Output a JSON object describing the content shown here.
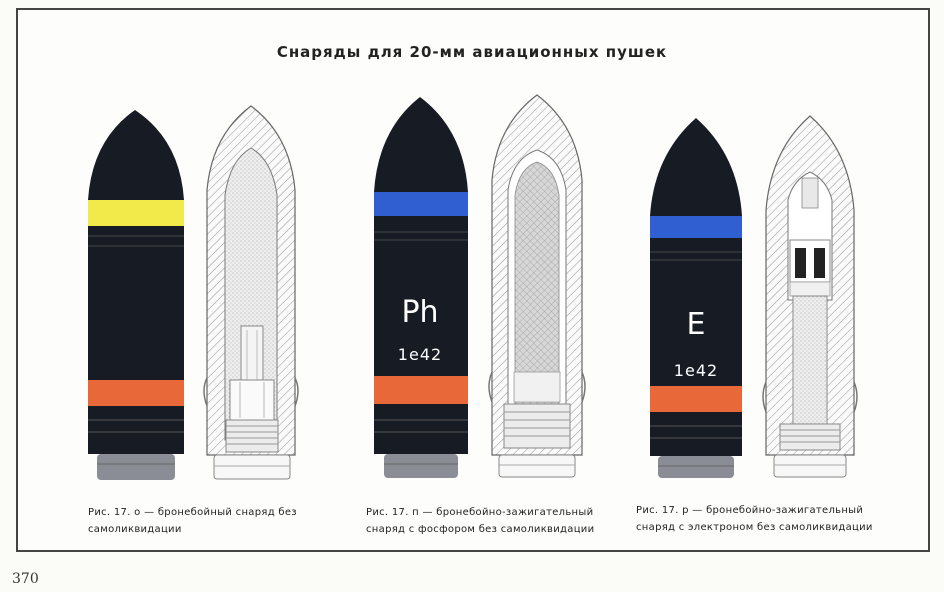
{
  "title": "Снаряды для 20-мм авиационных пушек",
  "page_number": "370",
  "figures": [
    {
      "caption_line1": "Рис. 17. о — бронебойный снаряд без",
      "caption_line2": "самоликвидации",
      "marking_symbol": "",
      "marking_code": "",
      "band_color": "#f2e94a"
    },
    {
      "caption_line1": "Рис. 17. п — бронебойно-зажигательный",
      "caption_line2": "снаряд с фосфором без самоликвидации",
      "marking_symbol": "Ph",
      "marking_code": "1е42",
      "band_color": "#2f5fd0"
    },
    {
      "caption_line1": "Рис. 17. р — бронебойно-зажигательный",
      "caption_line2": "снаряд с электроном без самоликвидации",
      "marking_symbol": "E",
      "marking_code": "1е42",
      "band_color": "#2f5fd0"
    }
  ],
  "colors": {
    "body": "#161b24",
    "driving_band": "#e8683a",
    "base": "#8a8d96"
  }
}
